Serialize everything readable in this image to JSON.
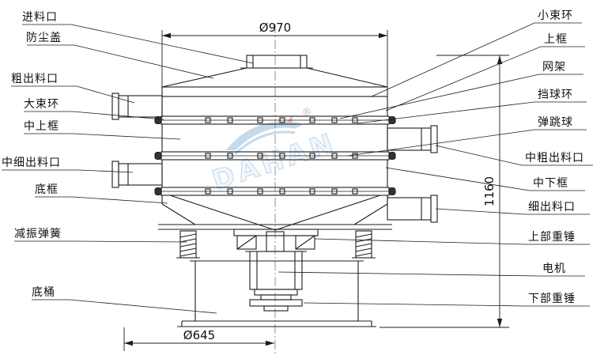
{
  "labels": {
    "left": [
      "进料口",
      "防尘盖",
      "粗出料口",
      "大束环",
      "中上框",
      "中细出料口",
      "底框",
      "减振弹簧",
      "底桶"
    ],
    "right": [
      "小束环",
      "上框",
      "网架",
      "挡球环",
      "弹跳球",
      "中粗出料口",
      "中下框",
      "细出料口",
      "上部重锤",
      "电机",
      "下部重锤"
    ]
  },
  "dimensions": {
    "top_diameter": "Ø970",
    "overall_height": "1160",
    "bottom_diameter": "Ø645"
  },
  "watermark": {
    "brand": "DAHAN",
    "registered": "®"
  },
  "colors": {
    "line": "#1d1d1d",
    "watermark_blue": "#9fc3de",
    "background": "#ffffff"
  }
}
